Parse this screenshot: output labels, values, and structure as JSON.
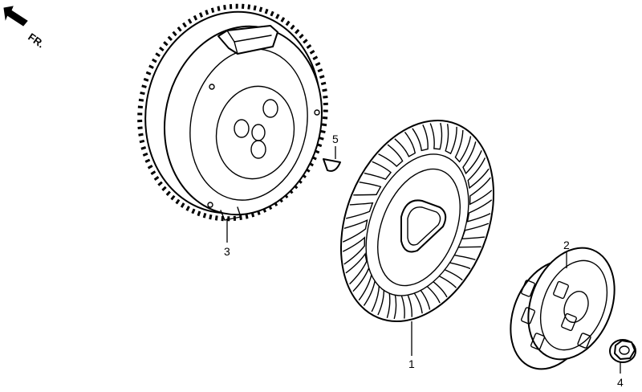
{
  "orientation": {
    "label": "FR.",
    "icon": "arrow-forward-icon"
  },
  "callouts": [
    {
      "number": "1"
    },
    {
      "number": "2"
    },
    {
      "number": "3"
    },
    {
      "number": "4"
    },
    {
      "number": "5"
    }
  ],
  "colors": {
    "line": "#000000",
    "background": "#ffffff"
  }
}
